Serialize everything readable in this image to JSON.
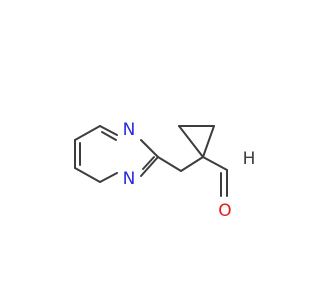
{
  "molecule": {
    "atom_labels": {
      "pyrimidine_n_top": "N",
      "pyrimidine_n_bottom": "N",
      "aldehyde_h": "H",
      "aldehyde_o": "O"
    },
    "colors": {
      "bond": "#3d3d3d",
      "nitrogen": "#2a2adc",
      "oxygen": "#e0201b",
      "carbon_label": "#3d3d3d"
    }
  }
}
